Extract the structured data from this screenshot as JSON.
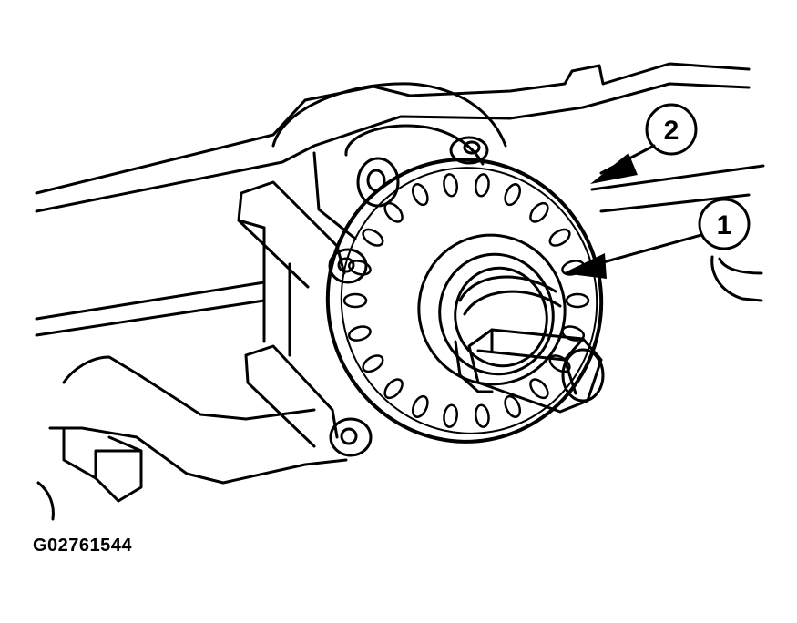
{
  "figure": {
    "id": "G02761544"
  },
  "callouts": [
    {
      "label": "1"
    },
    {
      "label": "2"
    }
  ],
  "colors": {
    "ink": "#000000",
    "paper": "#ffffff"
  },
  "ring": {
    "slot_count": 22
  }
}
